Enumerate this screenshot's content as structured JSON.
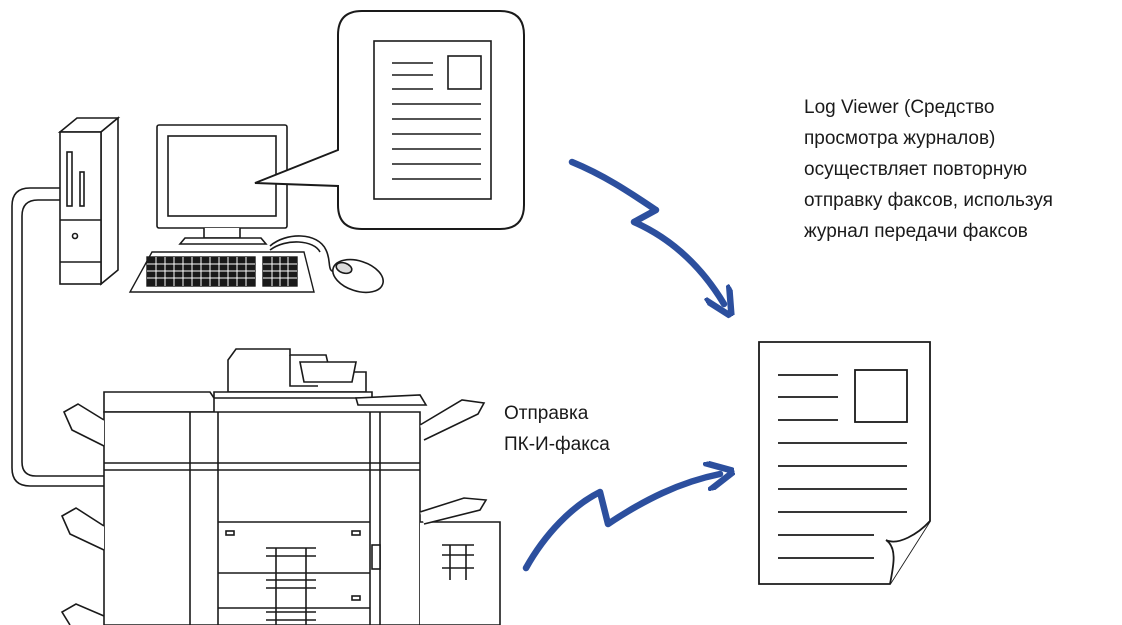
{
  "labels": {
    "log_viewer": [
      "Log Viewer (Средство",
      "просмотра журналов)",
      "осуществляет повторную",
      "отправку факсов, используя",
      "журнал передачи факсов"
    ],
    "pc_ifax": [
      "Отправка",
      "ПК-И-факса"
    ]
  },
  "colors": {
    "arrow": "#2c4f9e",
    "stroke": "#1a1a1a",
    "background": "#ffffff"
  },
  "icons": [
    "computer-tower-icon",
    "monitor-icon",
    "keyboard-icon",
    "mouse-icon",
    "speech-bubble-icon",
    "document-icon",
    "mfp-printer-icon",
    "arrow-icon"
  ]
}
